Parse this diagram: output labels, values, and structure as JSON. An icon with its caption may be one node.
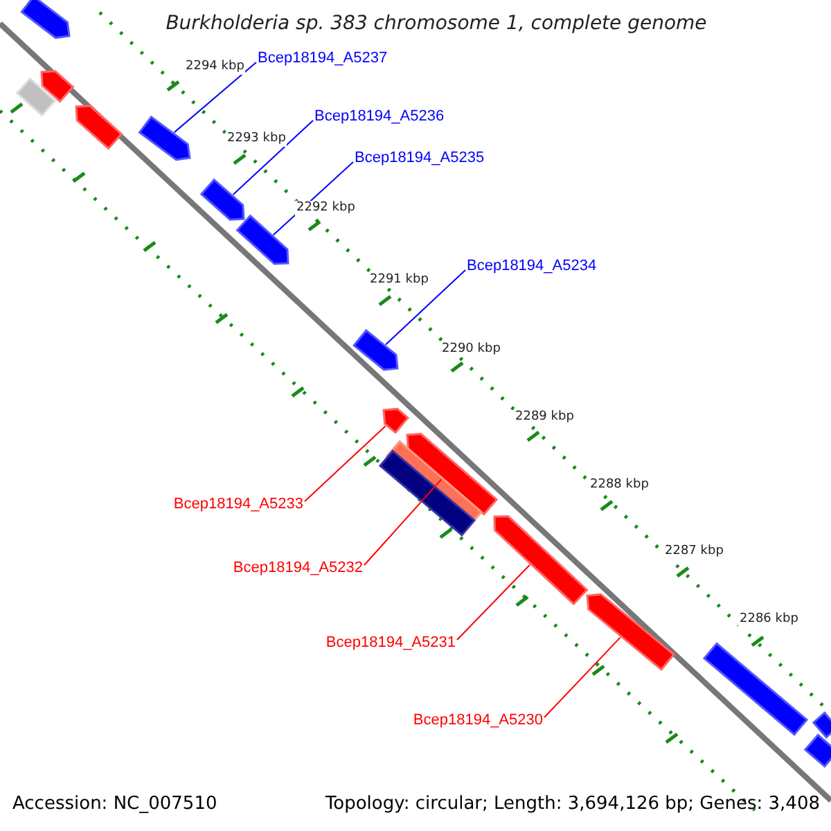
{
  "diagram": {
    "title": "Burkholderia sp. 383 chromosome 1, complete genome",
    "nodes": [
      {
        "text": [
          "Bcep18194_A5237"
        ]
      },
      {
        "text": [
          "Bcep18194_A5236"
        ]
      },
      {
        "text": [
          "Bcep18194_A5235"
        ]
      },
      {
        "text": [
          "Bcep18194_A5234"
        ]
      },
      {
        "text": [
          "Bcep18194_A5233"
        ]
      },
      {
        "text": [
          "Bcep18194_A5232"
        ]
      },
      {
        "text": [
          "Bcep18194_A5231"
        ]
      },
      {
        "text": [
          "Bcep18194_A5230"
        ]
      },
      {
        "text": [],
        "shape": "bar"
      },
      {
        "text": [],
        "shape": "bar"
      },
      {
        "text": [],
        "shape": "bar"
      },
      {
        "text": [],
        "shape": "bar"
      },
      {
        "text": [],
        "shape": "bar"
      },
      {
        "text": [],
        "shape": "bar"
      },
      {
        "text": [],
        "shape": "bar"
      },
      {
        "text": [],
        "shape": "bar"
      },
      {
        "text": [],
        "shape": "bar"
      },
      {
        "text": [],
        "shape": "bar"
      },
      {
        "text": [],
        "shape": "bar"
      },
      {
        "text": [],
        "shape": "bar"
      },
      {
        "text": [],
        "shape": "bar"
      },
      {
        "text": [],
        "shape": "bar"
      },
      {
        "text": [],
        "shape": "bar"
      },
      {
        "text": [],
        "shape": "bar"
      },
      {
        "text": [],
        "shape": "bar"
      }
    ],
    "edges": [
      {
        "from": 0,
        "to": 12,
        "arrow": "none",
        "color": "#0000ff"
      },
      {
        "from": 1,
        "to": 13,
        "arrow": "none",
        "color": "#0000ff"
      },
      {
        "from": 2,
        "to": 14,
        "arrow": "none",
        "color": "#0000ff"
      },
      {
        "from": 3,
        "to": 15,
        "arrow": "none",
        "color": "#0000ff"
      },
      {
        "from": 4,
        "to": 16,
        "arrow": "none",
        "color": "#ff0000"
      },
      {
        "from": 5,
        "to": 17,
        "arrow": "none",
        "color": "#ff0000"
      },
      {
        "from": 6,
        "to": 20,
        "arrow": "none",
        "color": "#ff0000"
      },
      {
        "from": 7,
        "to": 21,
        "arrow": "none",
        "color": "#ff0000"
      }
    ],
    "labels": [
      "2294 kbp",
      "2293 kbp",
      "2292 kbp",
      "2291 kbp",
      "2290 kbp",
      "2289 kbp",
      "2288 kbp",
      "2287 kbp",
      "2286 kbp",
      "Accession: NC_007510",
      "Topology: circular; Length: 3,694,126 bp; Genes: 3,408"
    ]
  }
}
